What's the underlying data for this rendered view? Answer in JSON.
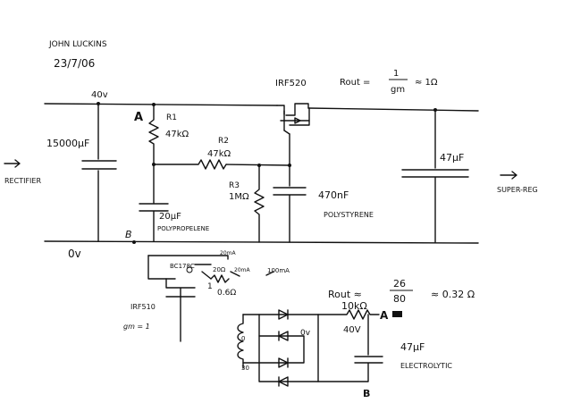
{
  "header": {
    "author": "JOHN LUCKINS",
    "date": "23/7/06"
  },
  "main_circuit": {
    "supply_voltage": "40v",
    "node_a": "A",
    "node_b": "B",
    "ground": "0v",
    "input_label": "RECTIFIER",
    "output_label": "SUPER-REG",
    "mosfet": "IRF520",
    "rout_formula": {
      "prefix": "Rout =",
      "numerator": "1",
      "denominator": "gm",
      "approx": "≈ 1Ω"
    },
    "c_reservoir": "15000µF",
    "r1": {
      "name": "R1",
      "value": "47kΩ"
    },
    "r2": {
      "name": "R2",
      "value": "47kΩ"
    },
    "r3": {
      "name": "R3",
      "value": "1MΩ"
    },
    "c_20uf": {
      "value": "20µF",
      "type": "POLYPROPELENE"
    },
    "c_470nf": {
      "value": "470nF",
      "type": "POLYSTYRENE"
    },
    "c_47uf": "47µF"
  },
  "sub_circuit_1": {
    "transistor": "BC178C",
    "current_1": "20mA",
    "resistor_1": "20Ω",
    "current_2": "20mA",
    "current_3": "100mA",
    "resistor_2": "1",
    "resistor_3": "0.6Ω",
    "mosfet": "IRF510",
    "gm": "gm = 1"
  },
  "sub_circuit_2": {
    "rout_prefix": "Rout ≈",
    "numerator": "26",
    "denominator": "80",
    "result": "≈ 0.32 Ω",
    "resistor": "10kΩ",
    "node_a": "A",
    "voltage": "40V",
    "ground": "0v",
    "capacitor": "47µF",
    "capacitor_type": "ELECTROLYTIC",
    "node_b": "B",
    "transformer_tap_1": "0",
    "transformer_tap_2": "30"
  }
}
